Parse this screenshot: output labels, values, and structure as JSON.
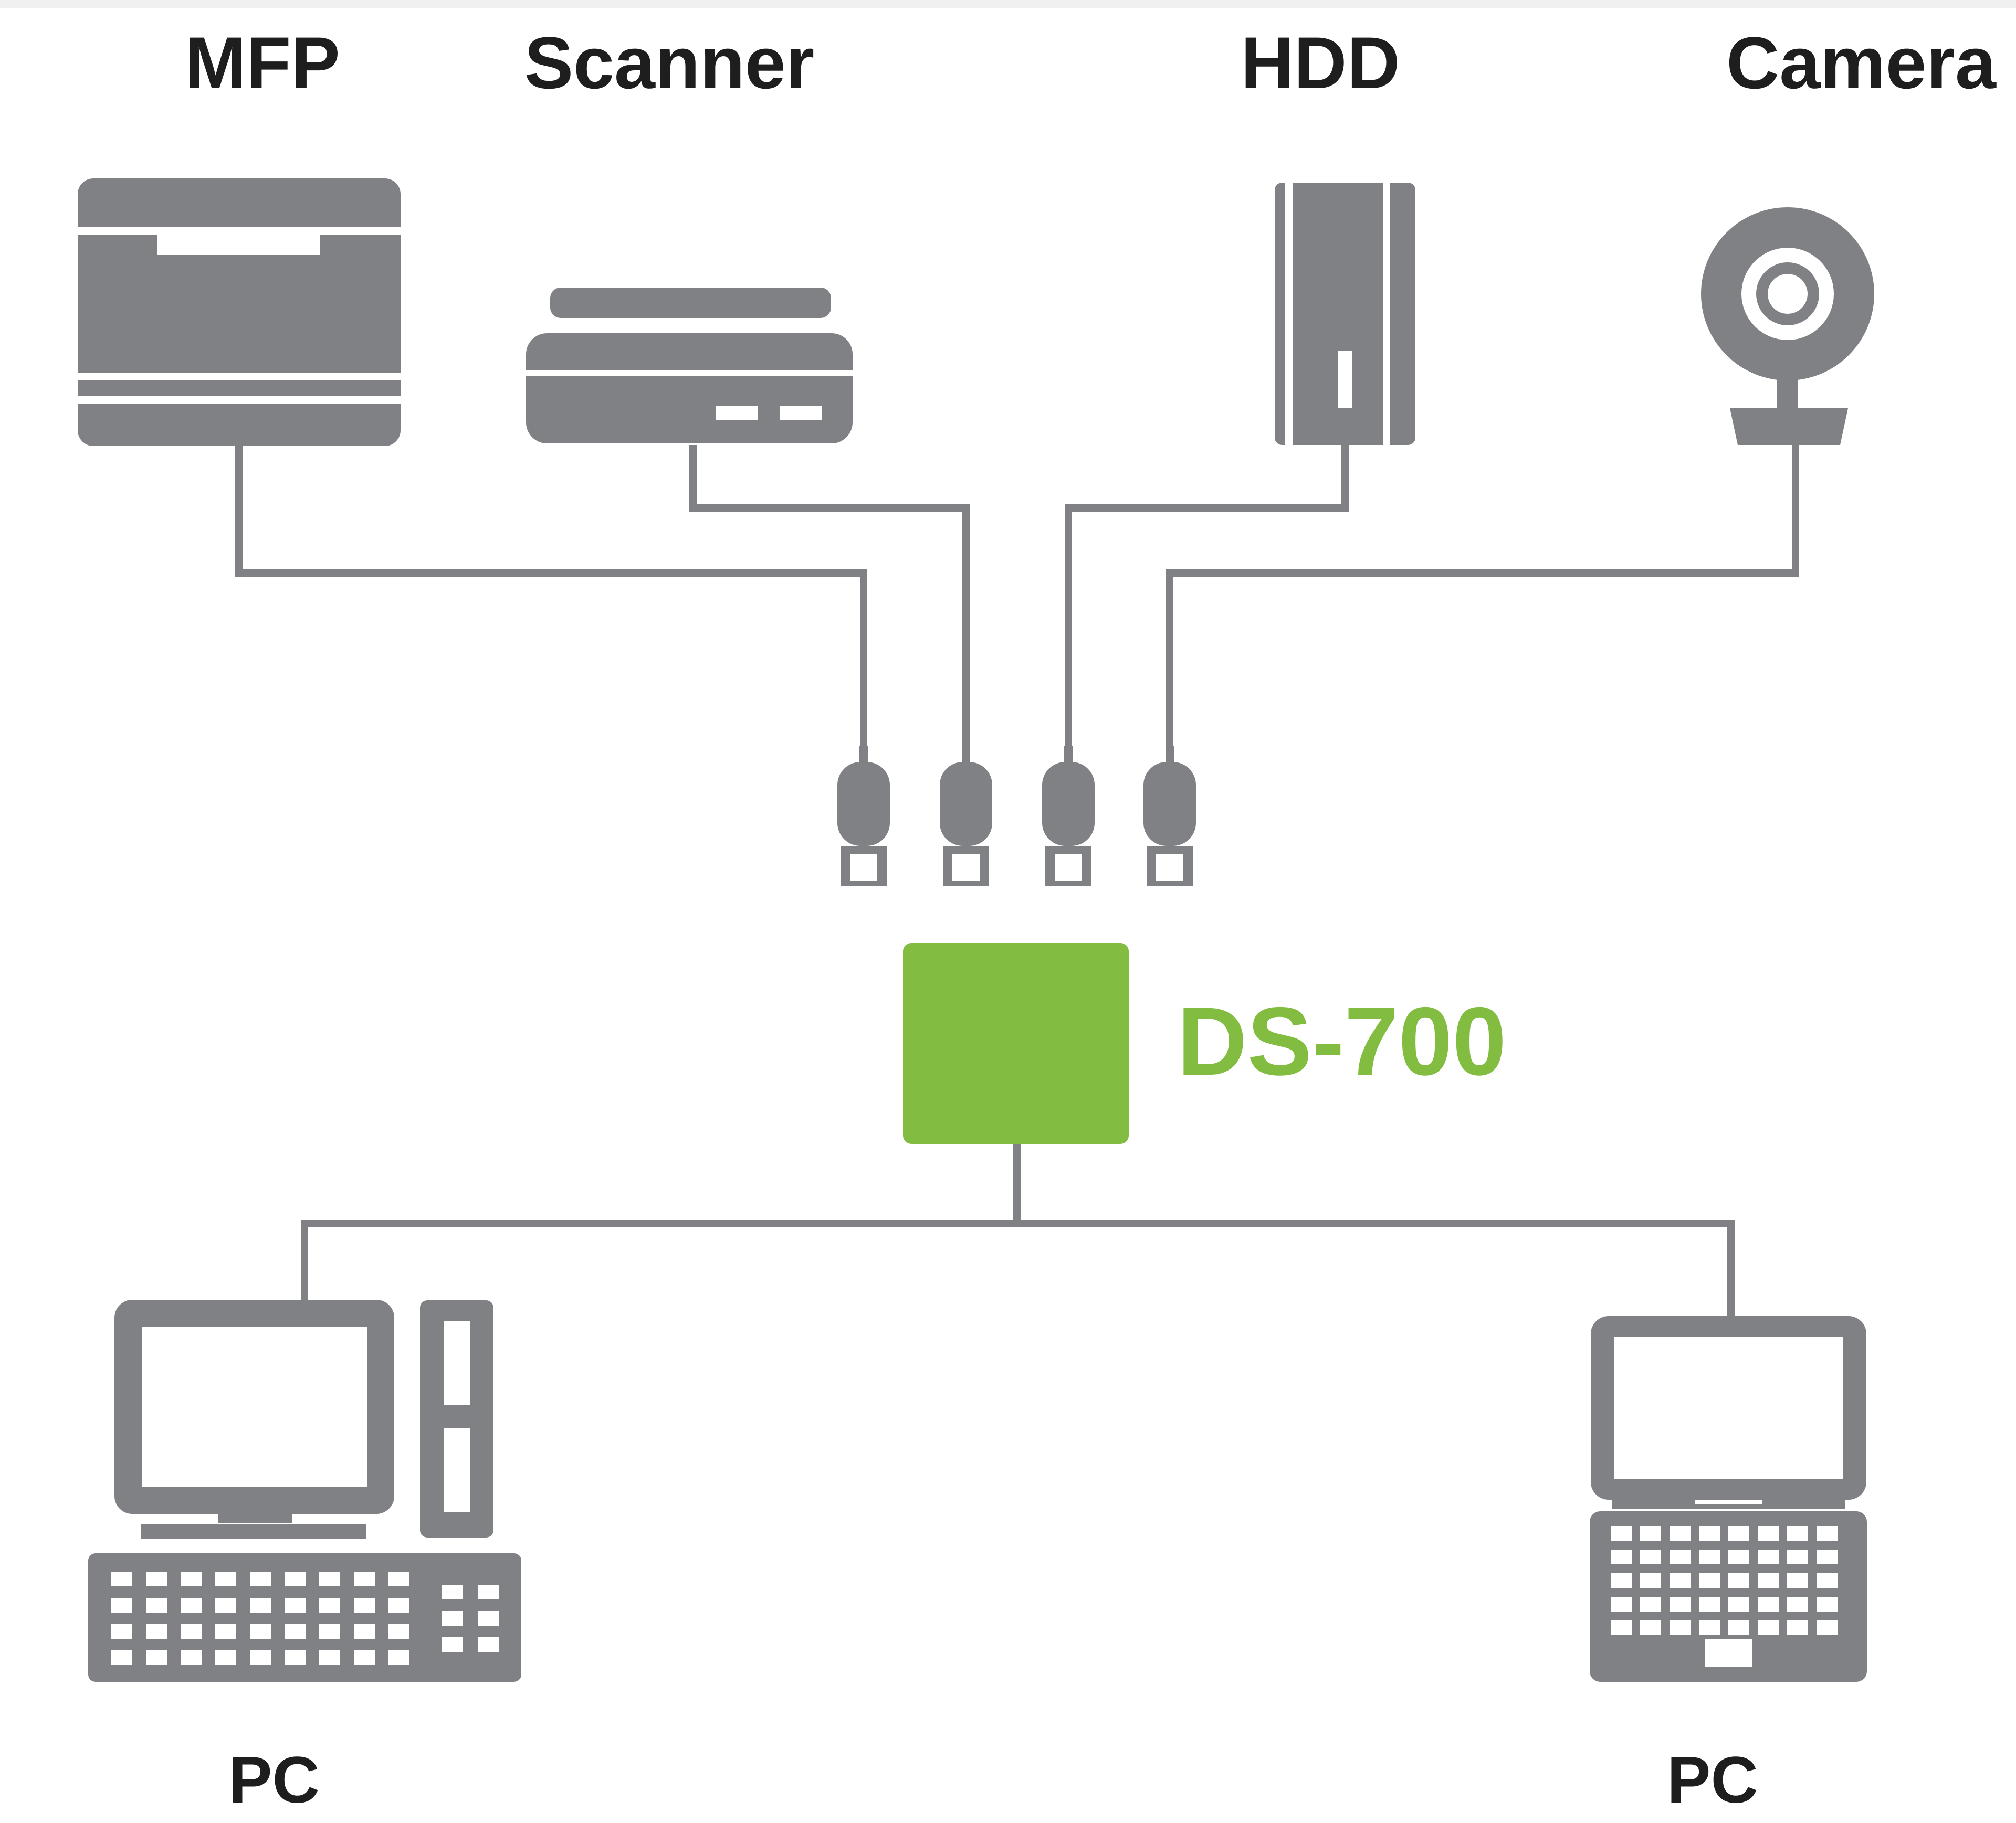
{
  "colors": {
    "device_gray": "#808184",
    "accent_green": "#82bd41",
    "label_black": "#1e1e1e",
    "background": "#ffffff"
  },
  "devices": {
    "mfp": {
      "label": "MFP",
      "icon": "printer-icon"
    },
    "scanner": {
      "label": "Scanner",
      "icon": "scanner-icon"
    },
    "hdd": {
      "label": "HDD",
      "icon": "hard-drive-icon"
    },
    "camera": {
      "label": "Camera",
      "icon": "webcam-icon"
    }
  },
  "hub": {
    "label": "DS-700"
  },
  "pcs": {
    "desktop": {
      "label": "PC",
      "icon": "desktop-computer-icon"
    },
    "laptop": {
      "label": "PC",
      "icon": "laptop-icon"
    }
  }
}
